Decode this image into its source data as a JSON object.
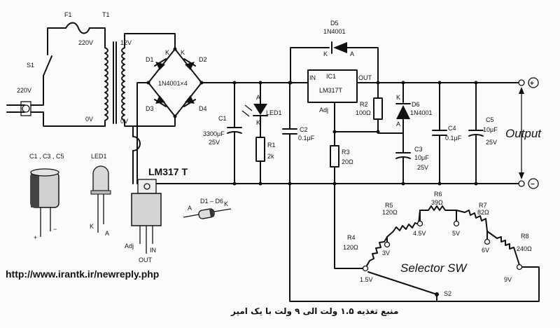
{
  "labels": {
    "fuse": "F1",
    "transformer": "T1",
    "switch": "S1",
    "primary_voltage": "220V",
    "mains_input": "220V",
    "primary_zero": "0V",
    "secondary_voltage": "12V",
    "secondary_zero": "0V",
    "d1": "D1",
    "d2": "D2",
    "d3": "D3",
    "d4": "D4",
    "bridge_part": "1N4001×4",
    "k": "K",
    "a": "A",
    "c1": "C1",
    "c1_value": "3300μF",
    "c1_voltage": "25V",
    "led1": "LED1",
    "r1": "R1",
    "r1_value": "2k",
    "c2": "C2",
    "c2_value": "0.1μF",
    "in": "IN",
    "out": "OUT",
    "adj": "Adj",
    "ic1": "IC1",
    "ic_part": "LM317T",
    "d5": "D5",
    "d5_part": "1N4001",
    "r2": "R2",
    "r2_value": "100Ω",
    "d6": "D6",
    "d6_part": "1N4001",
    "r3": "R3",
    "r3_value": "20Ω",
    "c3": "C3",
    "c3_value": "10μF",
    "c3_voltage": "25V",
    "c4": "C4",
    "c4_value": "0.1μF",
    "c5": "C5",
    "c5_value": "10μF",
    "c5_voltage": "25V",
    "output": "Output",
    "plus": "+",
    "minus": "−",
    "lm317_caption": "LM317 T",
    "pkg_adj": "Adj",
    "pkg_in": "IN",
    "pkg_out": "OUT",
    "cap_caption": "C1 , C3 , C5",
    "led_caption": "LED1",
    "led_k": "K",
    "led_a": "A",
    "diode_caption": "D1 – D6",
    "diode_a": "A",
    "diode_k": "K",
    "cap_plus": "+",
    "cap_minus": "−",
    "r4": "R4",
    "r4_value": "120Ω",
    "r5": "R5",
    "r5_value": "120Ω",
    "r6": "R6",
    "r6_value": "39Ω",
    "r7": "R7",
    "r7_value": "82Ω",
    "r8": "R8",
    "r8_value": "240Ω",
    "tap_15v": "1.5V",
    "tap_3v": "3V",
    "tap_45v": "4.5V",
    "tap_5v": "5V",
    "tap_6v": "6V",
    "tap_9v": "9V",
    "selector": "Selector SW",
    "s2": "S2",
    "url": "http://www.irantk.ir/newreply.php",
    "persian_caption": "منبع تغذیه ۱.۵ ولت الی ۹ ولت با یک امپر"
  }
}
